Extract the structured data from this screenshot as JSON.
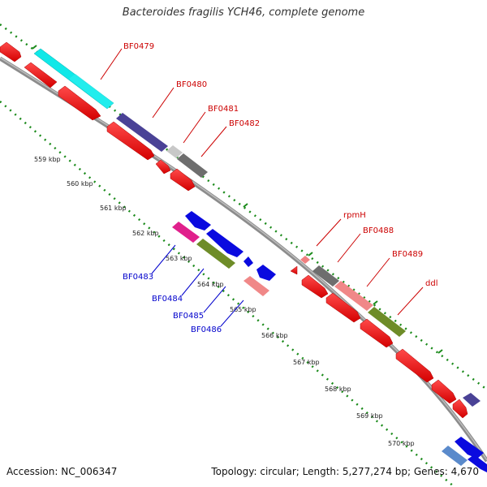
{
  "title": "Bacteroides fragilis YCH46, complete genome",
  "footer": {
    "accession": "Accession: NC_006347",
    "summary": "Topology: circular; Length: 5,277,274 bp; Genes: 4,670"
  },
  "scale_labels": [
    "559 kbp",
    "560 kbp",
    "561 kbp",
    "562 kbp",
    "563 kbp",
    "564 kbp",
    "565 kbp",
    "566 kbp",
    "567 kbp",
    "568 kbp",
    "569 kbp",
    "570 kbp"
  ],
  "forward_gene_labels": [
    "BF0479",
    "BF0480",
    "BF0481",
    "BF0482",
    "rpmH",
    "BF0488",
    "BF0489",
    "ddl"
  ],
  "reverse_gene_labels": [
    "BF0483",
    "BF0484",
    "BF0485",
    "BF0486"
  ],
  "colors": {
    "forward_label": "#cc0000",
    "reverse_label": "#0000cc",
    "backbone": "#888888",
    "dotted_track": "#1a8a1a",
    "cds": "#ff0000"
  }
}
